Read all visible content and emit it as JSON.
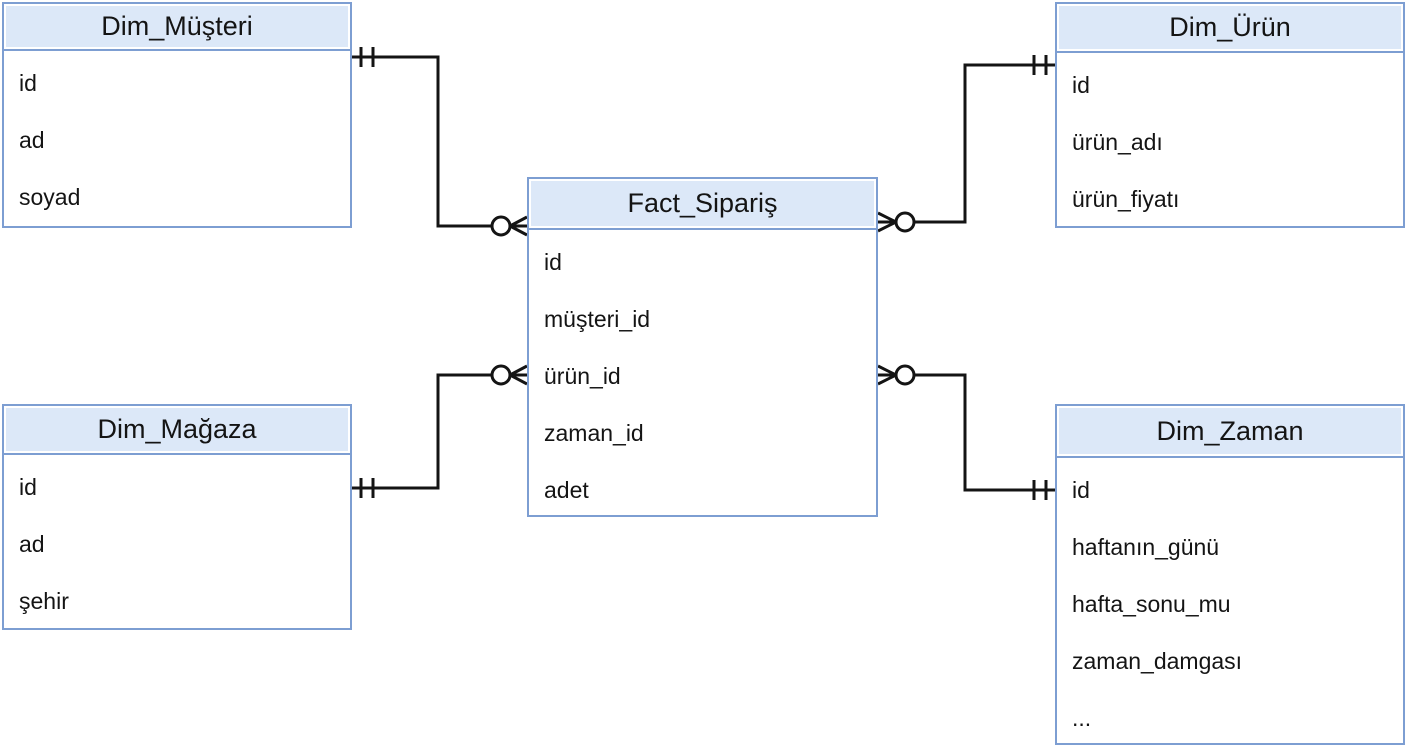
{
  "diagram": {
    "type": "star-schema-erd",
    "colors": {
      "header_fill": "#dce8f8",
      "table_border": "#7d9ed2",
      "connector_line": "#141414",
      "background": "#ffffff"
    },
    "tables": [
      {
        "id": "dim_musteri",
        "title": "Dim_Müşteri",
        "fields": [
          "id",
          "ad",
          "soyad"
        ]
      },
      {
        "id": "dim_urun",
        "title": "Dim_Ürün",
        "fields": [
          "id",
          "ürün_adı",
          "ürün_fiyatı"
        ]
      },
      {
        "id": "fact_siparis",
        "title": "Fact_Sipariş",
        "fields": [
          "id",
          "müşteri_id",
          "ürün_id",
          "zaman_id",
          "adet"
        ]
      },
      {
        "id": "dim_magaza",
        "title": "Dim_Mağaza",
        "fields": [
          "id",
          "ad",
          "şehir"
        ]
      },
      {
        "id": "dim_zaman",
        "title": "Dim_Zaman",
        "fields": [
          "id",
          "haftanın_günü",
          "hafta_sonu_mu",
          "zaman_damgası",
          "..."
        ]
      }
    ],
    "relationships": [
      {
        "from": "Dim_Müşteri",
        "to": "Fact_Sipariş",
        "from_cardinality": "one-and-only-one",
        "to_cardinality": "zero-or-many"
      },
      {
        "from": "Dim_Ürün",
        "to": "Fact_Sipariş",
        "from_cardinality": "one-and-only-one",
        "to_cardinality": "zero-or-many"
      },
      {
        "from": "Dim_Mağaza",
        "to": "Fact_Sipariş",
        "from_cardinality": "one-and-only-one",
        "to_cardinality": "zero-or-many"
      },
      {
        "from": "Dim_Zaman",
        "to": "Fact_Sipariş",
        "from_cardinality": "one-and-only-one",
        "to_cardinality": "zero-or-many"
      }
    ]
  }
}
